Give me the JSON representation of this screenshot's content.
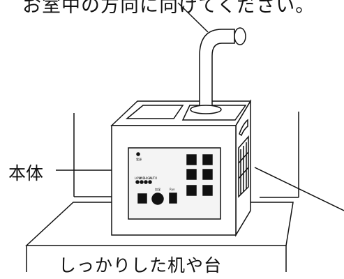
{
  "labels": {
    "top_caption": "お室中の方向に向けてください。",
    "body_part": "本体",
    "base": "しっかりした机や台"
  },
  "panel": {
    "small_texts": [
      "電源",
      "LOW",
      "MID",
      "HIGH",
      "AUTO",
      "加湿",
      "Run"
    ]
  },
  "colors": {
    "line": "#111111",
    "background": "#ffffff",
    "panel_fill": "#f4f4f4"
  }
}
